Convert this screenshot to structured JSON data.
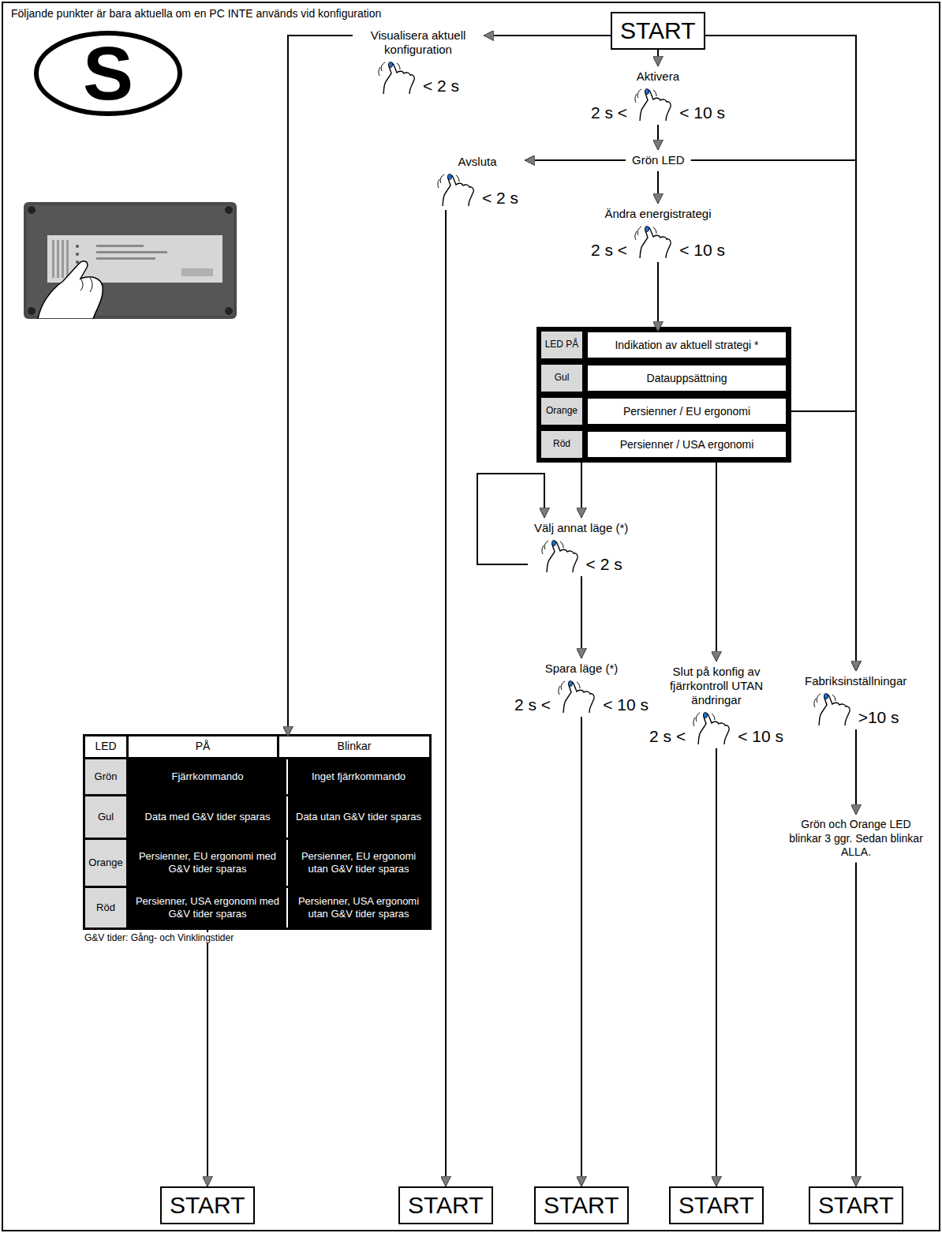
{
  "diagram": {
    "title": "Följande punkter är bara aktuella om en PC INTE används vid konfiguration",
    "nodes": [
      {
        "text": [
          "S"
        ]
      },
      {
        "text": [
          "START"
        ]
      },
      {
        "text": [
          "Visualisera aktuell konfiguration",
          "< 2 s"
        ]
      },
      {
        "text": [
          "Aktivera",
          "2 s <",
          "< 10 s"
        ]
      },
      {
        "text": [
          "Grön LED"
        ]
      },
      {
        "text": [
          "Avsluta",
          "< 2 s"
        ]
      },
      {
        "text": [
          "Ändra energistrategi",
          "2 s <",
          "< 10 s"
        ]
      },
      {
        "text": [
          "LED PÅ",
          "Indikation av aktuell strategi *"
        ]
      },
      {
        "text": [
          "Gul",
          "Datauppsättning"
        ]
      },
      {
        "text": [
          "Orange",
          "Persienner / EU ergonomi"
        ]
      },
      {
        "text": [
          "Röd",
          "Persienner / USA ergonomi"
        ]
      },
      {
        "text": [
          "Välj annat läge (*)",
          "< 2 s"
        ]
      },
      {
        "text": [
          "Spara läge (*)",
          "2 s <",
          "< 10 s"
        ]
      },
      {
        "text": [
          "Slut på konfig av fjärrkontroll UTAN ändringar",
          "2 s <",
          "< 10 s"
        ]
      },
      {
        "text": [
          "Fabriksinställningar",
          ">10 s"
        ]
      },
      {
        "text": [
          "Grön och Orange LED blinkar 3 ggr. Sedan blinkar ALLA."
        ]
      },
      {
        "text": [
          "LED",
          "PÅ",
          "Blinkar"
        ]
      },
      {
        "text": [
          "Grön",
          "Fjärrkommando",
          "Inget fjärrkommando"
        ]
      },
      {
        "text": [
          "Gul",
          "Data med G&V tider sparas",
          "Data utan G&V tider sparas"
        ]
      },
      {
        "text": [
          "Orange",
          "Persienner, EU ergonomi med G&V tider sparas",
          "Persienner, EU ergonomi utan G&V tider sparas"
        ]
      },
      {
        "text": [
          "Röd",
          "Persienner, USA ergonomi med G&V tider sparas",
          "Persienner, USA ergonomi utan G&V tider sparas"
        ]
      },
      {
        "text": [
          "START"
        ]
      },
      {
        "text": [
          "START"
        ]
      },
      {
        "text": [
          "START"
        ]
      },
      {
        "text": [
          "START"
        ]
      },
      {
        "text": [
          "START"
        ]
      }
    ],
    "edges": [
      {
        "from": 1,
        "to": 2,
        "arrow": "to"
      },
      {
        "from": 2,
        "to": 16,
        "arrow": "to"
      },
      {
        "from": 20,
        "to": 21,
        "arrow": "to"
      },
      {
        "from": 1,
        "to": 3,
        "arrow": "to"
      },
      {
        "from": 3,
        "to": 4,
        "arrow": "to"
      },
      {
        "from": 4,
        "to": 5,
        "arrow": "to"
      },
      {
        "from": 5,
        "to": 22,
        "arrow": "to"
      },
      {
        "from": 4,
        "to": 6,
        "arrow": "to"
      },
      {
        "from": 6,
        "to": 7,
        "arrow": "to"
      },
      {
        "from": 10,
        "to": 11,
        "arrow": "to"
      },
      {
        "from": 11,
        "to": 11,
        "arrow": "to"
      },
      {
        "from": 11,
        "to": 12,
        "arrow": "to"
      },
      {
        "from": 12,
        "to": 23,
        "arrow": "to"
      },
      {
        "from": 10,
        "to": 13,
        "arrow": "to"
      },
      {
        "from": 13,
        "to": 24,
        "arrow": "to"
      },
      {
        "from": 1,
        "to": 14,
        "arrow": "to"
      },
      {
        "from": 4,
        "to": 14,
        "arrow": "to"
      },
      {
        "from": 9,
        "to": 14,
        "arrow": "to"
      },
      {
        "from": 14,
        "to": 15,
        "arrow": "to"
      },
      {
        "from": 15,
        "to": 25,
        "arrow": "to"
      }
    ],
    "labels": [
      "G&V tider: Gång- och Vinklingstider"
    ]
  }
}
